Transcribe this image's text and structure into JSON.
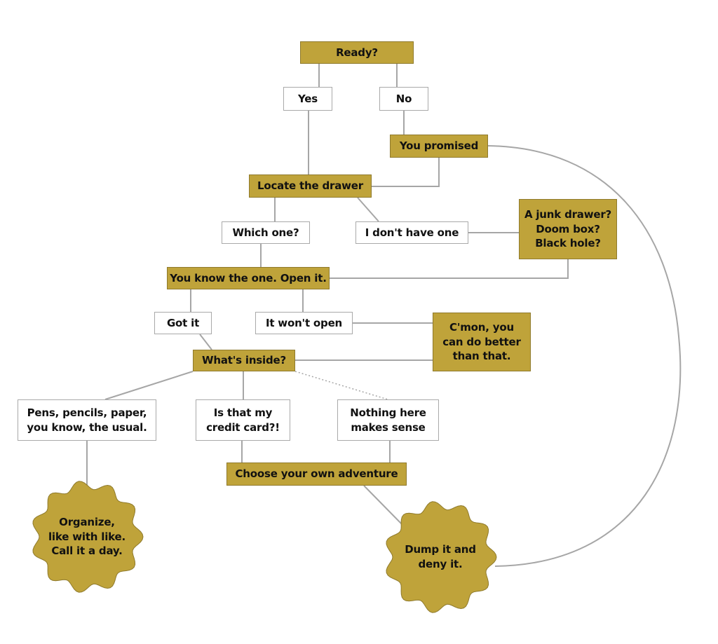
{
  "nodes": {
    "ready": "Ready?",
    "yes": "Yes",
    "no": "No",
    "you_promised": "You promised",
    "locate_drawer": "Locate the drawer",
    "which_one": "Which one?",
    "dont_have_one": "I don't have one",
    "junk_drawer": [
      "A junk drawer?",
      "Doom box?",
      "Black hole?"
    ],
    "know_the_one": "You know the one. Open it.",
    "got_it": "Got it",
    "wont_open": "It won't open",
    "cmon": [
      "C'mon, you",
      "can do better",
      "than that."
    ],
    "whats_inside": "What's inside?",
    "pens": [
      "Pens, pencils, paper,",
      "you know, the usual."
    ],
    "credit_card": [
      "Is that my",
      "credit card?!"
    ],
    "nothing_sense": [
      "Nothing here",
      "makes sense"
    ],
    "choose_adventure": "Choose your own adventure",
    "organize": [
      "Organize,",
      "like with like.",
      "Call it a day."
    ],
    "dump_deny": [
      "Dump it and",
      "deny it."
    ]
  },
  "colors": {
    "gold_fill": "#bfa33a",
    "white_fill": "#ffffff",
    "connector": "#a6a6a6"
  }
}
